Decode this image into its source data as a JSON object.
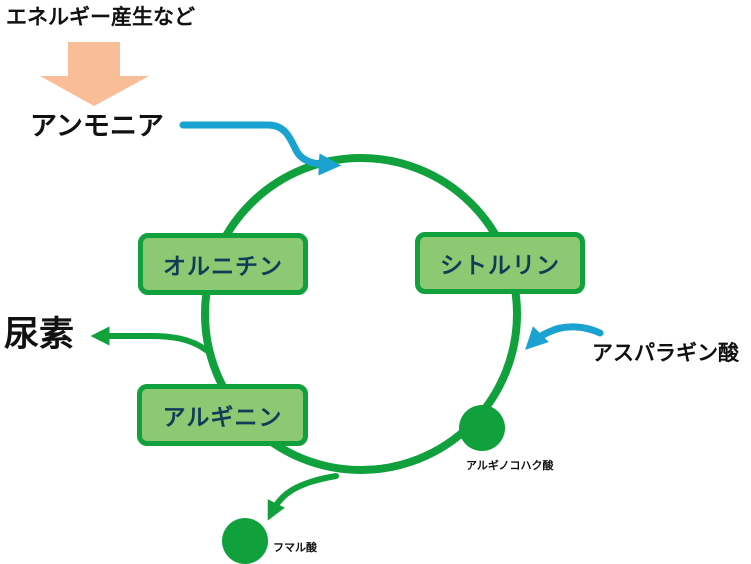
{
  "labels": {
    "energy_production": "エネルギー産生など",
    "ammonia": "アンモニア",
    "urea": "尿素",
    "aspartic_acid": "アスパラギン酸",
    "argininosuccinic_acid": "アルギノコハク酸",
    "fumaric_acid": "フマル酸"
  },
  "cycle": {
    "ornithine": "オルニチン",
    "citrulline": "シトルリン",
    "arginine": "アルギニン"
  },
  "colors": {
    "cycle_green": "#10a03c",
    "box_fill": "#8dc872",
    "box_text": "#0f3c57",
    "input_arrow_blue": "#1aa2d0",
    "top_arrow_peach": "#f9bd97"
  }
}
